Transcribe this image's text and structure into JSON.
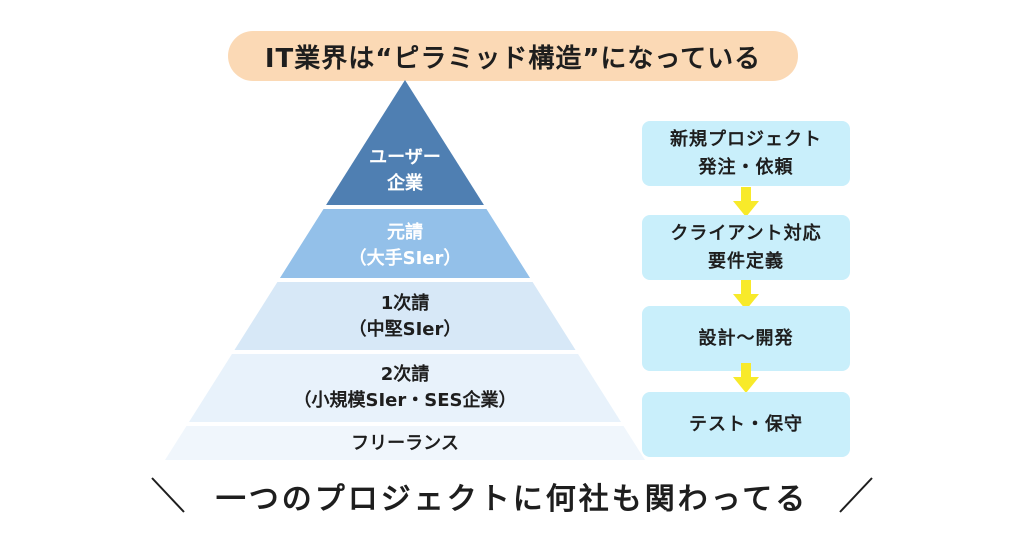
{
  "title": "IT業界は“ピラミッド構造”になっている",
  "pyramid": {
    "tiers": [
      {
        "lines": [
          "ユーザー",
          "企業"
        ],
        "fill": "#4f7fb2",
        "text_color": "#ffffff"
      },
      {
        "lines": [
          "元請",
          "（大手SIer）"
        ],
        "fill": "#93c0e9",
        "text_color": "#ffffff"
      },
      {
        "lines": [
          "1次請",
          "（中堅SIer）"
        ],
        "fill": "#d7e8f7",
        "text_color": "#1e1e1e"
      },
      {
        "lines": [
          "2次請",
          "（小規模SIer・SES企業）"
        ],
        "fill": "#e8f2fb",
        "text_color": "#1e1e1e"
      },
      {
        "lines": [
          "フリーランス"
        ],
        "fill": "#f0f6fc",
        "text_color": "#1e1e1e"
      }
    ]
  },
  "flow": {
    "steps": [
      {
        "lines": [
          "新規プロジェクト",
          "発注・依頼"
        ]
      },
      {
        "lines": [
          "クライアント対応",
          "要件定義"
        ]
      },
      {
        "lines": [
          "設計〜開発"
        ]
      },
      {
        "lines": [
          "テスト・保守"
        ]
      }
    ],
    "arrow_color": "#f8ea2a",
    "box_color": "#c9effb"
  },
  "footer": {
    "text": "一つのプロジェクトに何社も関わってる"
  }
}
